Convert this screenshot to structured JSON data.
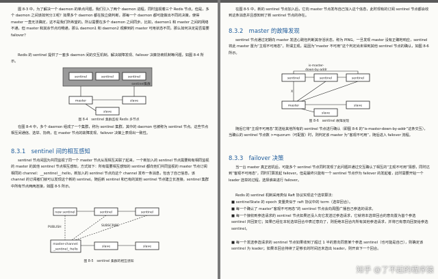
{
  "left": {
    "p1": "图 8-3 中，为了解决一个 daemon 的单点问题，我们引入了两个 daemon 进程，同时监视着三个 Redis 节点。但是，多个 daemon 之间该如何分工呢？如果多个 daemon 都在独立做判断，那每一个 daemon 都可能做出不同的决策，使得 master 一直无法确定，这不是我们所希望的。所以需要在多个 daemon 之间同步。比如，daemon1 和 master 之间的网络不通，但 master 和其余节点均畅通，那么 daemon1 和 daemon2 观察到的 master 可用状态不同，那么如何决定是否需要 failover？",
    "p2": "Redis 的 sentinel 提供了一套多 daemon 间的交互机制，解决故障发现、failover 决策协商机制等问题，如图 8-4 所示。",
    "fig4_caption": "图 8-4　sentinel 集群监视 Redis 多节点",
    "fig4": {
      "s1": "sentinel",
      "s2": "sentinel",
      "s3": "sentinel",
      "group": "sentinel集群",
      "master": "master",
      "slave1": "slave",
      "slave2": "slave"
    },
    "p3": "在图 8-4 中，多个 daemon 组成了一个集群，称为 sentinel 集群，其中的 daemon 也被称为 sentinel 节点。这些节点相互间通信、选举、协商，在 master 节点的故障发现、failover 决策上表现出一致性。",
    "h831": "8.3.1　sentinel 间的相互感知",
    "p4": "sentinel 节点间因为共同监视了同一个 master 节点从而相互关联了起来，一个新加入的 sentinel 节点需要和有相同监视的 master 的其他 sentinel 节点相互感知，方式如下：所有需要相互感知的 sentinel 都向他们共同监视的 master 节点订阅相同的 channel：__sentinel__:hello，新加入的 sentinel 节点向这个 channel 发布一条消息，包含了自己信息，该 channel 的订阅者们就可以发现这个新的 sentinel。随后新 sentinel 和已有的其他 sentinel 节点建立长连接。sentinel 集群中所有节点两两连接，如图 8-5 所示。",
    "fig5_caption": "图 8-5　sentinel 集群的相互感知",
    "fig5": {
      "new": "new sentinel",
      "s1": "sentinel",
      "s2": "sentinel",
      "publish": "PUBLISH",
      "subscribe": "SUBSCRIBE",
      "mc1": "master-channel:",
      "mc2": "_sentinel_:hello",
      "slave1": "slave",
      "slave2": "slave"
    }
  },
  "right": {
    "p1": "在图 8-5 中，新的 sentinel 节点加入后，它向 master 节点发布自己加入这个信息，此时现有的订阅 sentinel 节点都会收到这条消息并且感知到了新 sentinel 节点的存在。",
    "h832": "8.3.2　master 的故障发现",
    "p2": "sentinel 节点通过定期向 master 发送心跳包判断其存活状态，称为 PING。一旦发现 master 没有正确地响应，sentinel 将此 master 置为“主观不可用态”。所谓主观，是因为“master 不可用”这个判定尚未得到其他 sentinel 节点的确认，如图 8-6 所示。",
    "fig6_caption": "图 8-6　sentinel 故障发现",
    "fig6": {
      "top1": "is-master-",
      "top2": "down-by-addr",
      "s1": "sentinel",
      "s2": "sentinel",
      "s3": "sentinel",
      "master": "master",
      "slave1": "slave",
      "slave2": "slave",
      "x": "X"
    },
    "p3": "随后它将“主观不可用态”发送给其他所有的 sentinel 节点进行确认（即图 8-6 的“is-master-down-by-addr”这条交互），当确认的 sentinel 节点数 >=quorum（可配置）时，则判定该 master 为“客观不可用”，随后进入 failover 流程。",
    "h833": "8.3.3　failover 决策",
    "p4": "当一台 master 真正宕机后，可能多个 sentinel 节点同时发现了此问题并通过交互确认了相互的“主观不可用”猜想，同时达到“客观不可用态”，同时打算发起 failover。但是最终只能有一个 sentinel 节点作为 failover 的发起者，此时需要开始一个 leader 选举的过程，选择谁来进行 failover。",
    "p5": "Redis 的 sentinel 机制采用类似 Raft 协议实现这个选举算法：",
    "b1": "■ sentinelState 的 epoch 变量类似于 raft 协议中的 term（选举回合）。",
    "b2": "■ 每一个确认了 master“客观不可用态”的 sentinel 节点会向周围广播自己参选的请求。",
    "b3": "■ 每一个接收到参选请求的 sentinel 节点如果还没人向它发送过参选请求，它就将本选举回合的意向置为首个参选 sentinel 并回复它；如果已经在本轮选举回合中表过意向了，则拒绝本回合内所有其他参选请求，并将已有意向回复给参选 sentinel。",
    "b4": "■ 每一个发送参选请求的 sentinel 节点如果收到了超过 1 半的意向同意某个参选 sentinel（也可能是自己），则确定该 sentinel 为 leader；如果本回合持续了足够长的时间还未选出 leader，则开启下一个回合。",
    "watermark": "知乎 @了不起的程序猿"
  }
}
